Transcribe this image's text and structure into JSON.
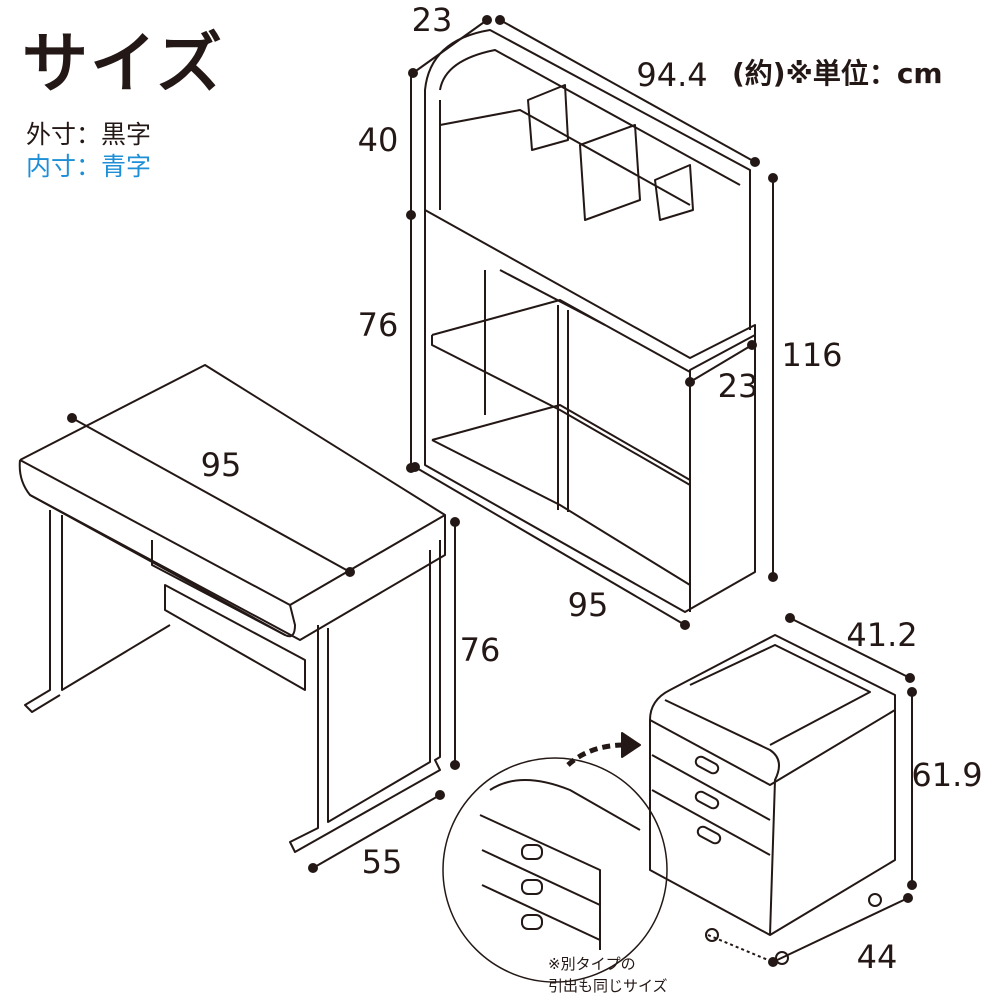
{
  "title": "サイズ",
  "legend": {
    "outer": "外寸：黒字",
    "inner": "内寸：青字",
    "outer_color": "#231815",
    "inner_color": "#1e8fd6"
  },
  "unit": "(約)※単位：cm",
  "shelf": {
    "depth_top": "23",
    "width_top": "94.4",
    "height_upper": "40",
    "height_lower": "76",
    "height_total": "116",
    "depth_side": "23",
    "width_bottom": "95"
  },
  "desk": {
    "width": "95",
    "height": "76",
    "depth": "55"
  },
  "wagon": {
    "width": "41.2",
    "height": "61.9",
    "depth": "44"
  },
  "note": {
    "line1": "※別タイプの",
    "line2": "引出も同じサイズ"
  }
}
